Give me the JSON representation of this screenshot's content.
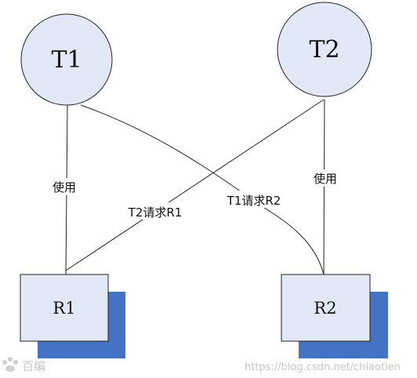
{
  "diagram": {
    "nodes": {
      "t1": {
        "label": "T1"
      },
      "t2": {
        "label": "T2"
      },
      "r1": {
        "label": "R1"
      },
      "r2": {
        "label": "R2"
      }
    },
    "edges": {
      "t1_uses_r1": {
        "label": "使用"
      },
      "t2_uses_r2": {
        "label": "使用"
      },
      "t2_requests_r1": {
        "label": "T2请求R1"
      },
      "t1_requests_r2": {
        "label": "T1请求R2"
      }
    },
    "colors": {
      "circle_fill": "#E2E8F5",
      "box_fill": "#E2E8F5",
      "box_shadow": "#4472C4",
      "stroke": "#222222"
    }
  },
  "watermark": {
    "left_text": "百编",
    "url_text": "https://blog.csdn.net/chiaotien"
  }
}
